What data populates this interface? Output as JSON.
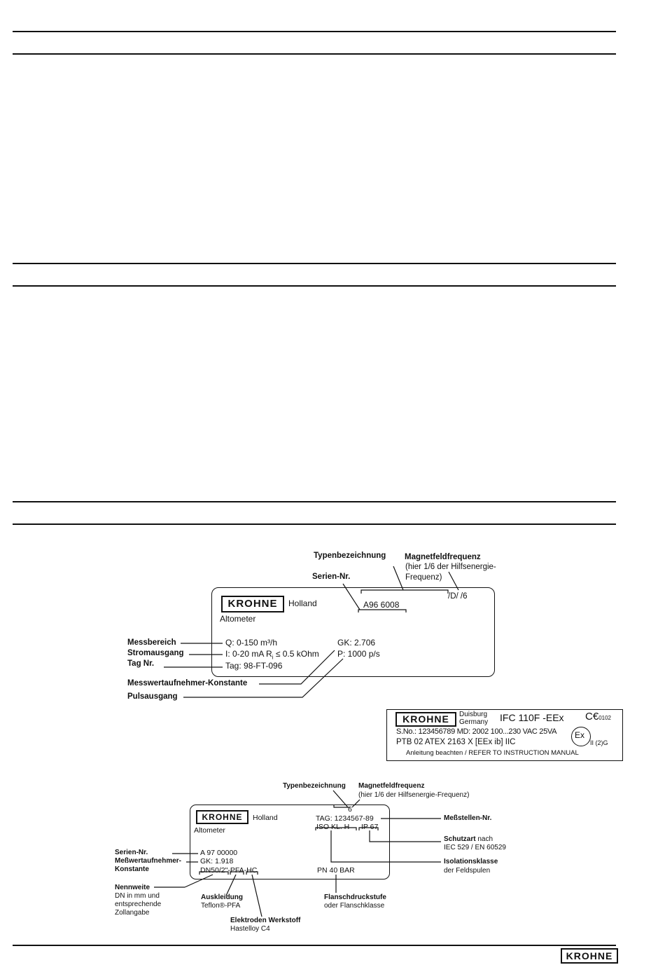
{
  "brand": "KROHNE",
  "plate1": {
    "labels": {
      "typenbezeichnung": "Typenbezeichnung",
      "magnetfeldfrequenz": "Magnetfeldfrequenz",
      "magnetfeldfrequenz_note_1": "(hier 1/6 der Hilfsenergie-",
      "magnetfeldfrequenz_note_2": "Frequenz)",
      "serien_nr": "Serien-Nr.",
      "messbereich": "Messbereich",
      "stromausgang": "Stromausgang",
      "tag_nr": "Tag Nr.",
      "messwertaufnehmer_konstante": "Messwertaufnehmer-Konstante",
      "pulsausgang": "Pulsausgang"
    },
    "plate": {
      "holland": "Holland",
      "altometer": "Altometer",
      "type_suffix": "/D/ /6",
      "serial": "A96  6008",
      "q": "Q: 0-150 m³/h",
      "i": "I:   0-20 mA R",
      "i_sub": "i",
      "i_tail": " ≤ 0.5 kOhm",
      "tag": "Tag: 98-FT-096",
      "gk": "GK: 2.706",
      "p": "P: 1000 p/s"
    }
  },
  "plate2": {
    "duisburg": "Duisburg",
    "germany": "Germany",
    "model": "IFC 110F -EEx",
    "ce": "C€",
    "ce_num": "0102",
    "sno": "S.No.:   123456789   MD: 2002    100...230 VAC 25VA",
    "ptb": "PTB 02 ATEX 2163 X      [EEx ib] IIC",
    "ex": "Ex",
    "ex_class": "II (2)G",
    "note": "Anleitung beachten / REFER TO INSTRUCTION MANUAL"
  },
  "plate3": {
    "labels": {
      "typenbezeichnung": "Typenbezeichnung",
      "magnetfeldfrequenz": "Magnetfeldfrequenz",
      "magnetfeldfrequenz_note": "(hier 1/6 der Hilfsenergie-Frequenz)",
      "messstellen_nr": "Meßstellen-Nr.",
      "schutzart": "Schutzart",
      "schutzart_nach": " nach",
      "schutzart_norm": "IEC 529 / EN 60529",
      "isolationsklasse": "Isolationsklasse",
      "isolationsklasse_sub": "der Feldspulen",
      "serien_nr": "Serien-Nr.",
      "messwertaufnehmer_1": "Meßwertaufnehmer-",
      "messwertaufnehmer_2": "Konstante",
      "nennweite": "Nennweite",
      "nennweite_1": "DN in mm und",
      "nennweite_2": "entsprechende",
      "nennweite_3": "Zollangabe",
      "auskleidung": "Auskleidung",
      "auskleidung_sub": "Teflon®-PFA",
      "elektroden": "Elektroden Werkstoff",
      "elektroden_sub": "Hastelloy C4",
      "flanschdruckstufe": "Flanschdruckstufe",
      "flanschdruckstufe_sub": "oder Flanschklasse"
    },
    "plate": {
      "holland": "Holland",
      "altometer": "Altometer",
      "six": "6",
      "tag": "TAG:   1234567-89",
      "iso": "ISO   KL. H",
      "ip": "IP 67",
      "serial": "A 97 00000",
      "gk": "GK:   1.918",
      "dn": "DN50/2\"-PFA-HC",
      "pn": "PN 40 BAR"
    }
  }
}
